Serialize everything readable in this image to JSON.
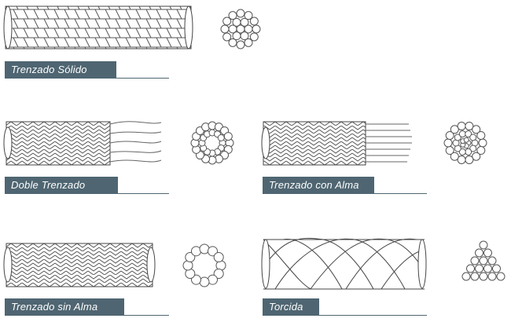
{
  "ropes": [
    {
      "label": "Trenzado Sólido"
    },
    {
      "label": "Doble Trenzado"
    },
    {
      "label": "Trenzado con Alma"
    },
    {
      "label": "Trenzado sin Alma"
    },
    {
      "label": "Torcida"
    }
  ],
  "colors": {
    "label_bg": "#4f6672",
    "line": "#555555"
  }
}
